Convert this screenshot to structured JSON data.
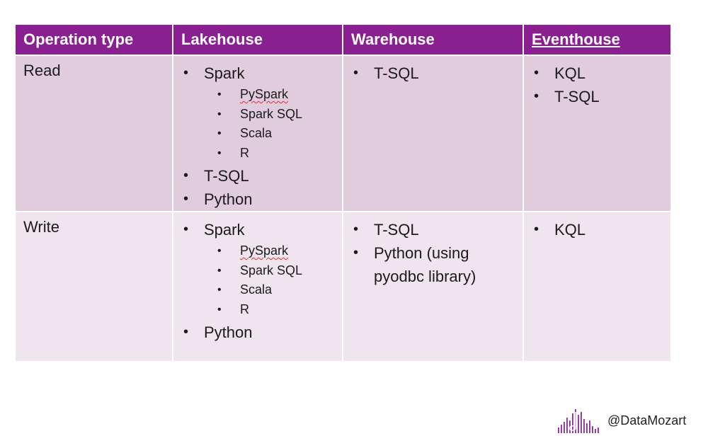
{
  "headers": [
    "Operation type",
    "Lakehouse",
    "Warehouse",
    "Eventhouse"
  ],
  "rows": [
    {
      "label": "Read",
      "lakehouse": {
        "spark": "Spark",
        "spark_items": [
          "PySpark",
          "Spark SQL",
          "Scala",
          "R"
        ],
        "others": [
          "T-SQL",
          "Python"
        ]
      },
      "warehouse": [
        "T-SQL"
      ],
      "eventhouse": [
        "KQL",
        "T-SQL"
      ]
    },
    {
      "label": "Write",
      "lakehouse": {
        "spark": "Spark",
        "spark_items": [
          "PySpark",
          "Spark SQL",
          "Scala",
          "R"
        ],
        "others": [
          "Python"
        ]
      },
      "warehouse": [
        "T-SQL",
        "Python (using pyodbc library)"
      ],
      "eventhouse": [
        "KQL"
      ]
    }
  ],
  "bullet_char": "•",
  "brand": {
    "handle": "@DataMozart",
    "logo_icon": "sound-wave-bars-icon"
  },
  "colors": {
    "header_bg": "#8a1f91",
    "row_read_bg": "#e1ccdd",
    "row_write_bg": "#f0e4ee"
  }
}
